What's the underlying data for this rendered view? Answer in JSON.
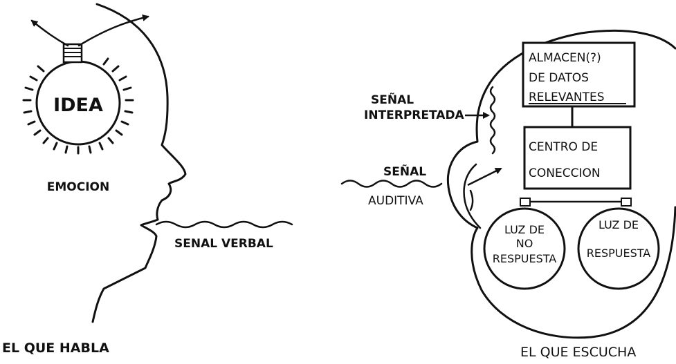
{
  "speaker": {
    "idea": "IDEA",
    "emotion": "EMOCION",
    "verbal_signal": "SENAL VERBAL",
    "caption": "EL QUE HABLA"
  },
  "listener": {
    "interpreted_signal": [
      "SEÑAL",
      "INTERPRETADA"
    ],
    "auditory_signal": [
      "SEÑAL",
      "AUDITIVA"
    ],
    "storage_box": [
      "ALMACEN(?)",
      "DE DATOS",
      "RELEVANTES"
    ],
    "connection_box": [
      "CENTRO DE",
      "CONECCION"
    ],
    "no_response_light": [
      "LUZ DE",
      "NO",
      "RESPUESTA"
    ],
    "response_light": [
      "LUZ DE",
      "RESPUESTA"
    ],
    "caption": "EL QUE ESCUCHA"
  },
  "colors": {
    "ink": "#111111",
    "paper": "#ffffff"
  }
}
